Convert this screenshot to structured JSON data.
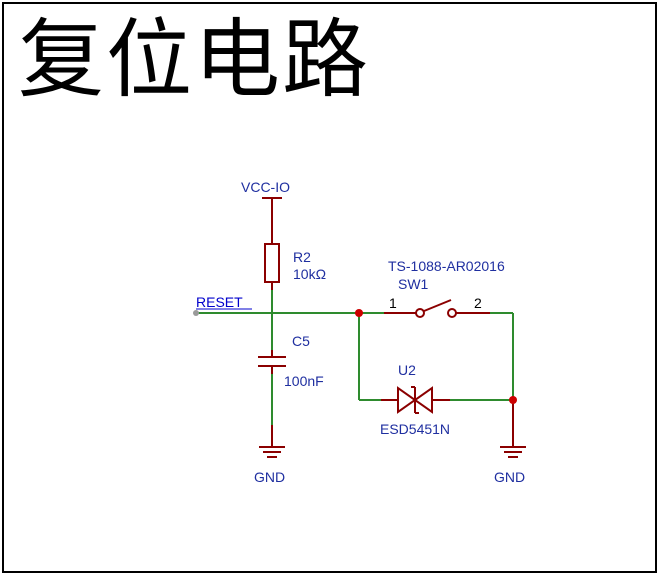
{
  "title": "复位电路",
  "colors": {
    "wire": "#2e8b2e",
    "part": "#8b0000",
    "label": "#1f2fa0",
    "net": "#0000cc",
    "junction": "#cc0000"
  },
  "power": {
    "vcc": "VCC-IO",
    "gnd_left": "GND",
    "gnd_right": "GND"
  },
  "net_label": "RESET",
  "r2": {
    "ref": "R2",
    "value": "10kΩ"
  },
  "c5": {
    "ref": "C5",
    "value": "100nF"
  },
  "sw1": {
    "part": "TS-1088-AR02016",
    "ref": "SW1",
    "pin1": "1",
    "pin2": "2"
  },
  "u2": {
    "ref": "U2",
    "part": "ESD5451N"
  }
}
